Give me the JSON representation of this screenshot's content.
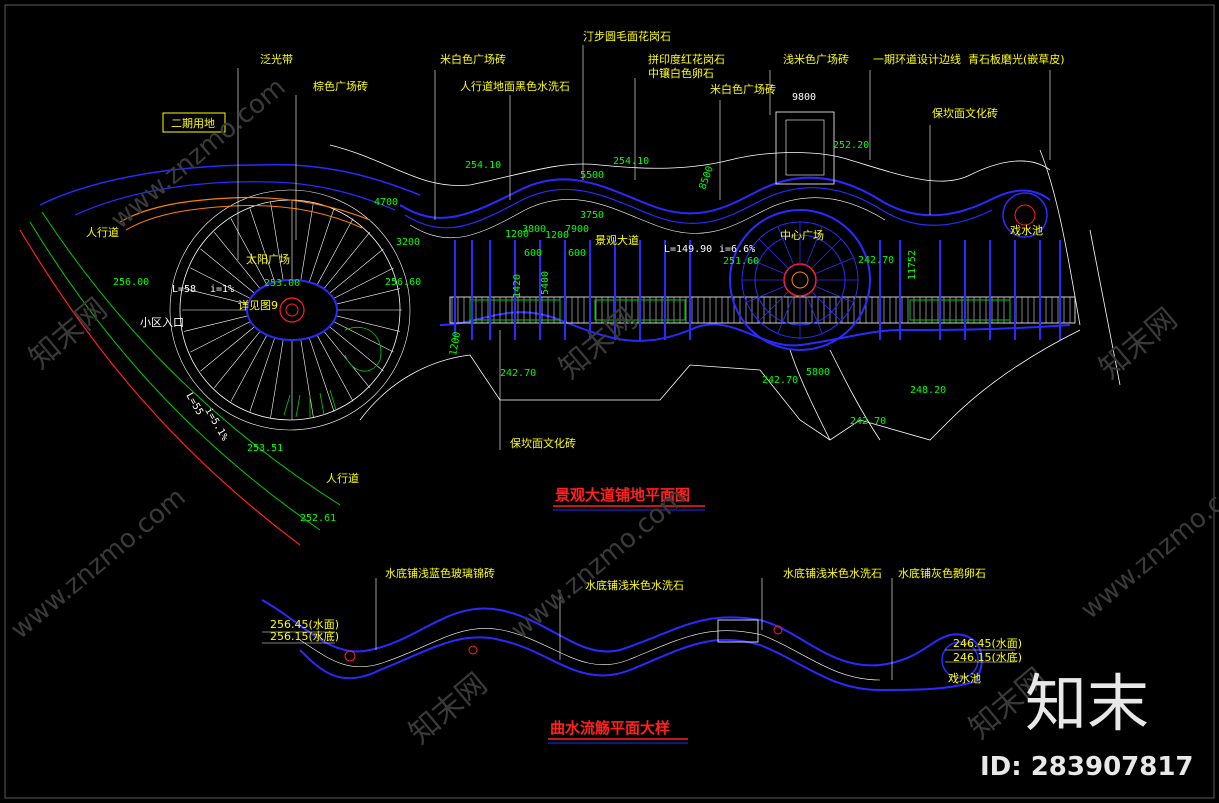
{
  "colors": {
    "background": "#000000",
    "frame": "#5a5a5a",
    "annotation": "#ffff00",
    "blue": "#2a2aff",
    "elevation": "#00ff00",
    "title": "#ff2020",
    "white": "#ffffff",
    "orange": "#ff8000",
    "watermark": "#3a3a3a",
    "id_text": "#e8e8e8"
  },
  "upper_plan": {
    "title": "景观大道铺地平面图",
    "labels": {
      "phase2": "二期用地",
      "fanguang": "泛光带",
      "zongse": "棕色广场砖",
      "mibai1": "米白色广场砖",
      "renxing_daoban": "人行道地面黑色水洗石",
      "tingbu": "汀步圆毛面花岗石",
      "pinyin1": "拼印度红花岗石",
      "pinyin2": "中镶白色卵石",
      "mibai2": "米白色广场砖",
      "qianmi": "浅米色广场砖",
      "yiqi": "一期环道设计边线",
      "qingshi": "青石板磨光(嵌草皮)",
      "baokan": "保坎面文化砖",
      "baokan2": "保坎面文化砖",
      "renxingdao1": "人行道",
      "renxingdao2": "人行道",
      "taiyang": "太阳广场",
      "xiangjian": "详见图9",
      "xiaoqu": "小区入口",
      "jingguan": "景观大道",
      "zhongxin": "中心广场",
      "xishui": "戏水池"
    },
    "elevations": [
      "256.00",
      "256.60",
      "253.00",
      "254.10",
      "254.10",
      "251.60",
      "252.20",
      "242.70",
      "242.70",
      "242.70",
      "242.70",
      "248.20",
      "253.51",
      "252.61"
    ],
    "dims": [
      "9800",
      "5500",
      "3750",
      "1200",
      "3800",
      "1200",
      "7900",
      "600",
      "600",
      "4700",
      "3200",
      "5800",
      "L=149.90",
      "i=6.6%",
      "L=58",
      "i=1%",
      "L=55",
      "i=5.1%",
      "8500",
      "11752",
      "5400",
      "1420",
      "1200"
    ]
  },
  "lower_plan": {
    "title": "曲水流觞平面大样",
    "labels": {
      "l1": "水底铺浅蓝色玻璃锦砖",
      "l2": "水底铺浅米色水洗石",
      "l3": "水底铺浅米色水洗石",
      "l4": "水底铺灰色鹅卵石",
      "xishui": "戏水池"
    },
    "levels": [
      "256.45(水面)",
      "256.15(水底)",
      "246.45(水面)",
      "246.15(水底)"
    ]
  },
  "watermark": {
    "logo": "知末",
    "id": "ID: 283907817",
    "url": "www.znzmo.com",
    "cn": "知末网"
  }
}
